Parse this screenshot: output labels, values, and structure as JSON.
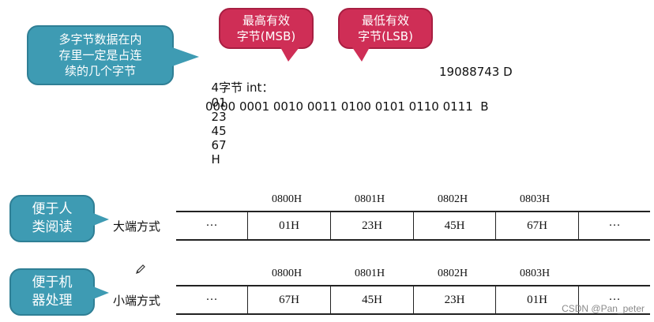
{
  "callouts": {
    "multibyte": "多字节数据在内\n存里一定是占连\n续的几个字节",
    "msb": "最高有效\n字节(MSB)",
    "lsb": "最低有效\n字节(LSB)",
    "human": "便于人\n类阅读",
    "machine": "便于机\n器处理"
  },
  "example": {
    "prefix": "4字节 int：",
    "bytes": [
      "01",
      "23",
      "45",
      "67"
    ],
    "hex_suffix": "H",
    "decimal": "19088743 D",
    "binary": "0000 0001 0010 0011 0100 0101 0110 0111  B"
  },
  "big_endian": {
    "label": "大端方式",
    "addresses": [
      "0800H",
      "0801H",
      "0802H",
      "0803H"
    ],
    "cells": [
      "···",
      "01H",
      "23H",
      "45H",
      "67H",
      "···"
    ]
  },
  "little_endian": {
    "label": "小端方式",
    "addresses": [
      "0800H",
      "0801H",
      "0802H",
      "0803H"
    ],
    "cells": [
      "···",
      "67H",
      "45H",
      "23H",
      "01H",
      "···"
    ]
  },
  "watermark": "CSDN @Pan_peter",
  "icons": {
    "pencil": "pencil-icon"
  }
}
